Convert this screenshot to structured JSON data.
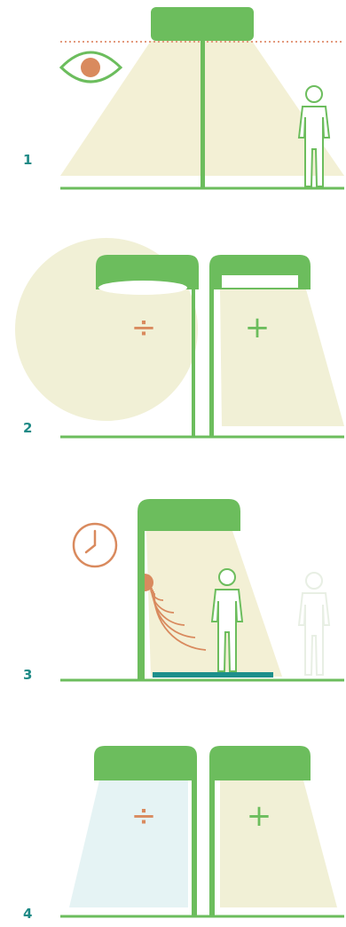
{
  "colors": {
    "green": "#6cbd5d",
    "light_green_fill": "#f3f0d5",
    "pale_fill": "#f1f0d6",
    "blue_fill": "#e5f3f4",
    "orange": "#d98a5e",
    "teal": "#1d8f8b",
    "number_color": "#1f8a86"
  },
  "panels": [
    {
      "label": "1",
      "icons": [
        "eye-icon",
        "person-icon"
      ]
    },
    {
      "label": "2",
      "symbols": {
        "left": "÷",
        "right": "+"
      }
    },
    {
      "label": "3",
      "icons": [
        "clock-icon",
        "sensor-icon",
        "person-icon",
        "faded-person-icon"
      ]
    },
    {
      "label": "4",
      "symbols": {
        "left": "÷",
        "right": "+"
      }
    }
  ]
}
